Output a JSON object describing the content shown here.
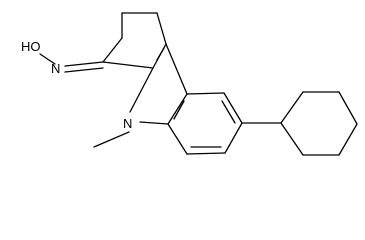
{
  "molecule": {
    "atoms": {
      "hydroxyl": "HO",
      "oxime_nitrogen": "N",
      "ring_nitrogen": "N"
    },
    "colors": {
      "background": "#ffffff",
      "bond": "#000000",
      "text": "#000000"
    }
  }
}
